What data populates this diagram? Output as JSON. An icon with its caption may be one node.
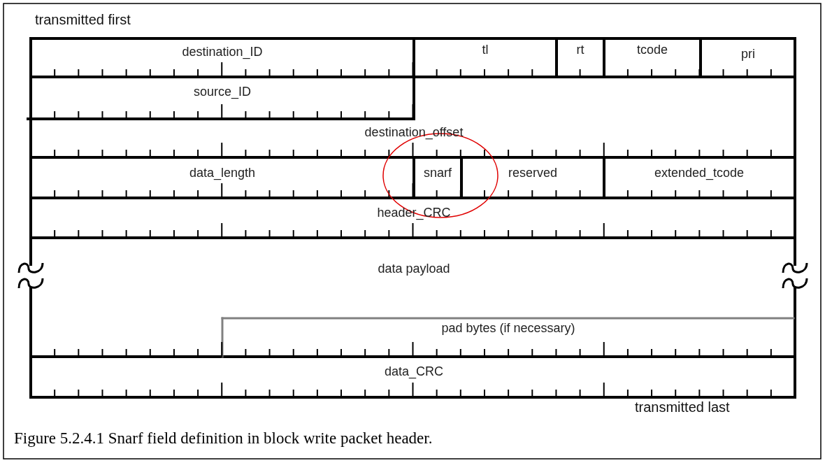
{
  "diagram": {
    "caption": "Figure 5.2.4.1 Snarf field definition in block write packet header.",
    "nodes": [
      {
        "text": [
          "destination_ID"
        ]
      },
      {
        "text": [
          "tl"
        ]
      },
      {
        "text": [
          "rt"
        ]
      },
      {
        "text": [
          "tcode"
        ]
      },
      {
        "text": [
          "pri"
        ]
      },
      {
        "text": [
          "source_ID"
        ]
      },
      {
        "text": [
          "destination_offset"
        ]
      },
      {
        "text": [
          "data_length"
        ]
      },
      {
        "text": [
          "snarf"
        ]
      },
      {
        "text": [
          "reserved"
        ]
      },
      {
        "text": [
          "extended_tcode"
        ]
      },
      {
        "text": [
          "header_CRC"
        ]
      },
      {
        "text": [
          "data payload"
        ]
      },
      {
        "text": [
          "pad bytes (if necessary)"
        ]
      },
      {
        "text": [
          "data_CRC"
        ]
      }
    ],
    "labels": [
      "transmitted first",
      "transmitted last"
    ]
  }
}
